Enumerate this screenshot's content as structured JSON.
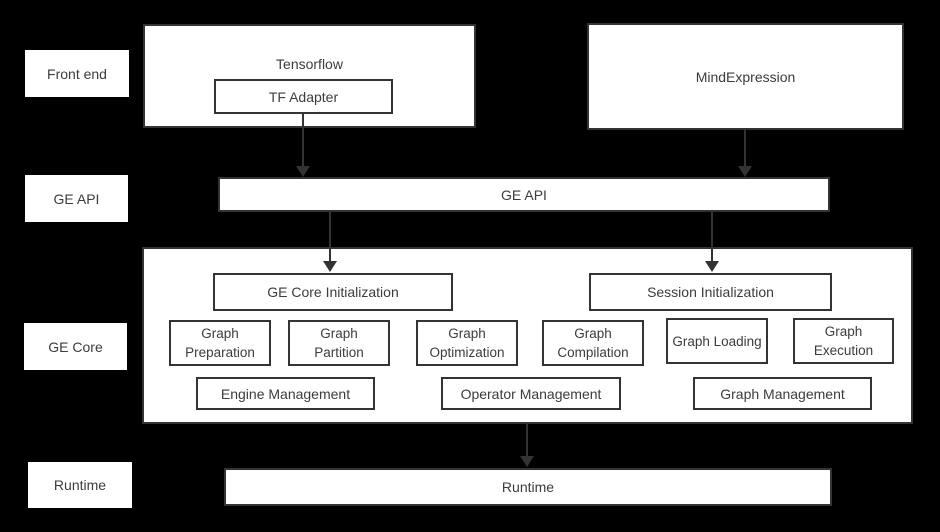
{
  "colors": {
    "background": "#000000",
    "box_fill": "#ffffff",
    "box_border": "#333333",
    "text": "#3c3c3c",
    "arrow": "#333333"
  },
  "row_labels": [
    {
      "label": "Front end"
    },
    {
      "label": "GE API"
    },
    {
      "label": "GE Core"
    },
    {
      "label": "Runtime"
    }
  ],
  "front_end": {
    "tensorflow": {
      "title": "Tensorflow",
      "adapter": "TF Adapter"
    },
    "mindexpression": {
      "title": "MindExpression"
    }
  },
  "ge_api_bar": {
    "label": "GE API"
  },
  "ge_core": {
    "init_boxes": [
      "GE Core Initialization",
      "Session Initialization"
    ],
    "stage_boxes": [
      "Graph Preparation",
      "Graph Partition",
      "Graph Optimization",
      "Graph Compilation",
      "Graph Loading",
      "Graph Execution"
    ],
    "management_boxes": [
      "Engine Management",
      "Operator Management",
      "Graph Management"
    ]
  },
  "runtime_bar": {
    "label": "Runtime"
  }
}
